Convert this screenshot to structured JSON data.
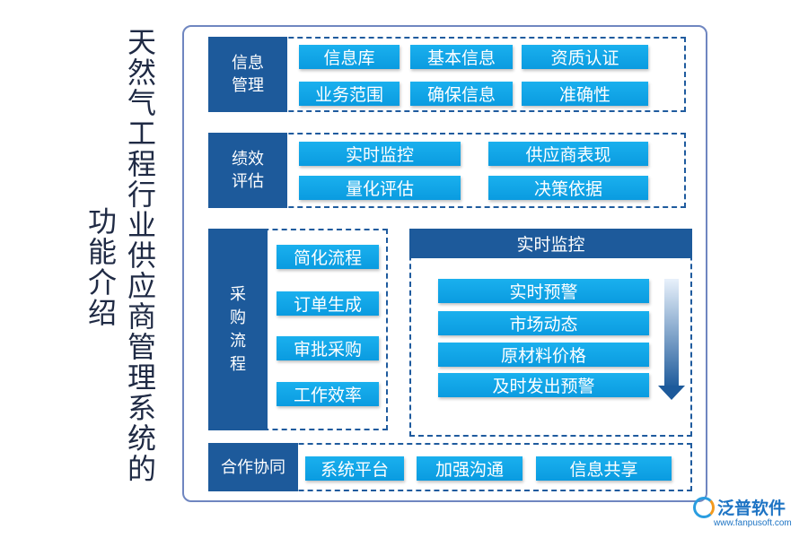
{
  "title": {
    "main": [
      "天",
      "然",
      "气",
      "工",
      "程",
      "行",
      "业",
      "供",
      "应",
      "商",
      "管",
      "理",
      "系",
      "统",
      "的"
    ],
    "sub": [
      "功",
      "能",
      "介",
      "绍"
    ]
  },
  "sections": {
    "info": {
      "label_lines": [
        "信息",
        "管理"
      ],
      "items": [
        "信息库",
        "基本信息",
        "资质认证",
        "业务范围",
        "确保信息",
        "准确性"
      ]
    },
    "perf": {
      "label_lines": [
        "绩效",
        "评估"
      ],
      "items": [
        "实时监控",
        "供应商表现",
        "量化评估",
        "决策依据"
      ]
    },
    "purchase": {
      "label_chars": [
        "采",
        "购",
        "流",
        "程"
      ],
      "items": [
        "简化流程",
        "订单生成",
        "审批采购",
        "工作效率"
      ]
    },
    "monitor": {
      "header": "实时监控",
      "items": [
        "实时预警",
        "市场动态",
        "原材料价格",
        "及时发出预警"
      ]
    },
    "collab": {
      "label": "合作协同",
      "items": [
        "系统平台",
        "加强沟通",
        "信息共享"
      ]
    }
  },
  "logo": {
    "name": "泛普软件",
    "url": "www.fanpusoft.com"
  },
  "colors": {
    "dark_blue": "#1d5a9b",
    "chip_blue": "#10a6e8",
    "title": "#1f2a44"
  }
}
